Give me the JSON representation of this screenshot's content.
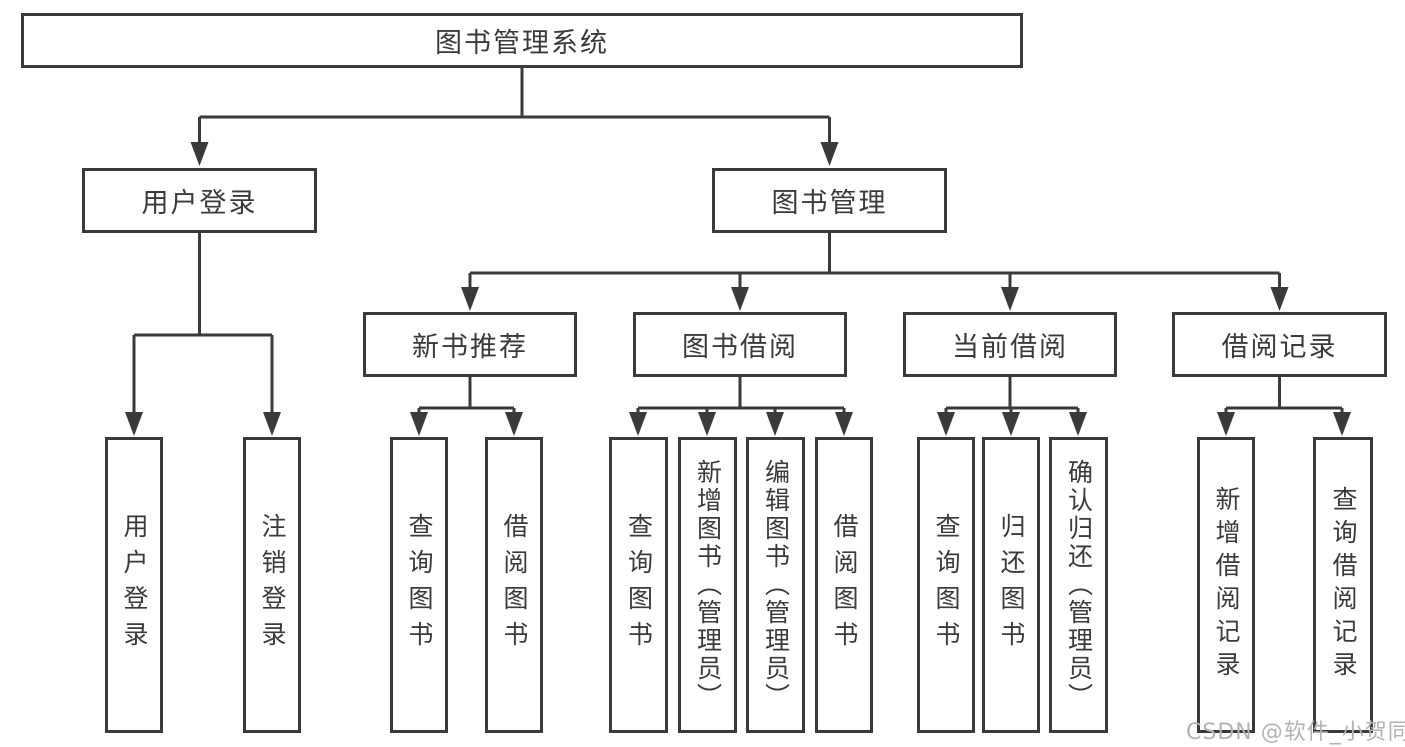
{
  "diagram": {
    "root": {
      "label": "图书管理系统"
    },
    "level2": [
      {
        "label": "用户登录"
      },
      {
        "label": "图书管理"
      }
    ],
    "level3": [
      {
        "label": "新书推荐"
      },
      {
        "label": "图书借阅"
      },
      {
        "label": "当前借阅"
      },
      {
        "label": "借阅记录"
      }
    ],
    "leaves": [
      {
        "label": "用户登录"
      },
      {
        "label": "注销登录"
      },
      {
        "label": "查询图书"
      },
      {
        "label": "借阅图书"
      },
      {
        "label": "查询图书"
      },
      {
        "label": "新增图书（管理员）"
      },
      {
        "label": "编辑图书（管理员）"
      },
      {
        "label": "借阅图书"
      },
      {
        "label": "查询图书"
      },
      {
        "label": "归还图书"
      },
      {
        "label": "确认归还（管理员）"
      },
      {
        "label": "新增借阅记录"
      },
      {
        "label": "查询借阅记录"
      }
    ]
  },
  "watermark": "CSDN @软件_小贺同学",
  "colors": {
    "line": "#3a3a3a",
    "text": "#3a3a3a",
    "watermark": "#b3b3b3",
    "background": "#ffffff"
  }
}
